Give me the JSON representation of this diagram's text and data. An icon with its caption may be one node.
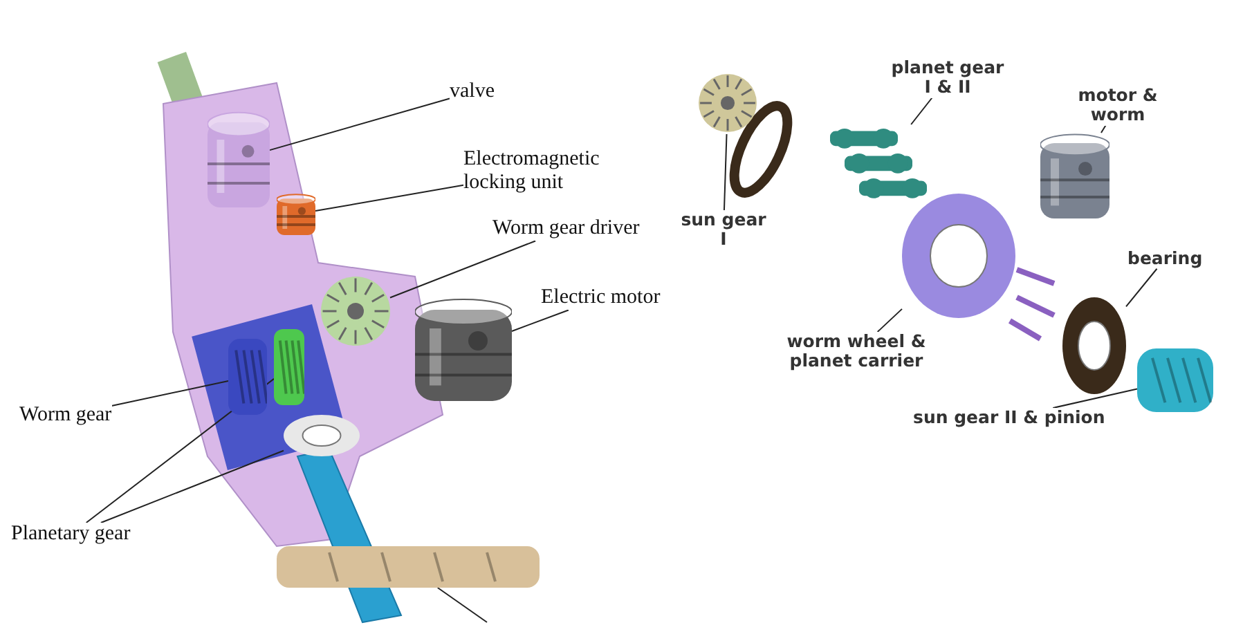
{
  "diagram": {
    "nodes": [
      {
        "text": [
          "valve"
        ]
      },
      {
        "text": [
          "Electromagnetic locking unit"
        ]
      },
      {
        "text": [
          "Worm gear driver"
        ]
      },
      {
        "text": [
          "Electric motor"
        ]
      },
      {
        "text": [
          "Worm gear"
        ]
      },
      {
        "text": [
          "Planetary gear"
        ]
      },
      {
        "text": [
          "planet gear I & II"
        ]
      },
      {
        "text": [
          "motor & worm"
        ]
      },
      {
        "text": [
          "sun gear I"
        ]
      },
      {
        "text": [
          "bearing"
        ]
      },
      {
        "text": [
          "worm wheel & planet carrier"
        ]
      },
      {
        "text": [
          "sun gear II & pinion"
        ]
      },
      {
        "text": [],
        "shape": "picture"
      },
      {
        "text": [],
        "shape": "picture"
      },
      {
        "text": [],
        "shape": "picture"
      },
      {
        "text": [],
        "shape": "picture"
      },
      {
        "text": [],
        "shape": "picture"
      },
      {
        "text": [],
        "shape": "picture"
      },
      {
        "text": [],
        "shape": "picture"
      },
      {
        "text": [],
        "shape": "picture"
      },
      {
        "text": [],
        "shape": "picture"
      },
      {
        "text": [],
        "shape": "picture"
      },
      {
        "text": [],
        "shape": "picture"
      },
      {
        "text": [],
        "shape": "picture"
      },
      {
        "text": [],
        "shape": "picture"
      },
      {
        "text": [],
        "shape": "picture"
      }
    ],
    "edges": [
      {
        "from": 0,
        "to": 12,
        "arrow": "none"
      },
      {
        "from": 1,
        "to": 13,
        "arrow": "none"
      },
      {
        "from": 2,
        "to": 14,
        "arrow": "none"
      },
      {
        "from": 3,
        "to": 15,
        "arrow": "none"
      },
      {
        "from": 4,
        "to": 16,
        "arrow": "none"
      },
      {
        "from": 5,
        "to": 17,
        "arrow": "none"
      },
      {
        "from": 5,
        "to": 18,
        "arrow": "none"
      },
      {
        "from": null,
        "to": 19,
        "arrow": "none"
      },
      {
        "from": 6,
        "to": 20,
        "arrow": "none"
      },
      {
        "from": 7,
        "to": 21,
        "arrow": "none"
      },
      {
        "from": 8,
        "to": 22,
        "arrow": "none"
      },
      {
        "from": 9,
        "to": 23,
        "arrow": "none"
      },
      {
        "from": 10,
        "to": 24,
        "arrow": "none"
      },
      {
        "from": 11,
        "to": 25,
        "arrow": "none"
      }
    ]
  }
}
